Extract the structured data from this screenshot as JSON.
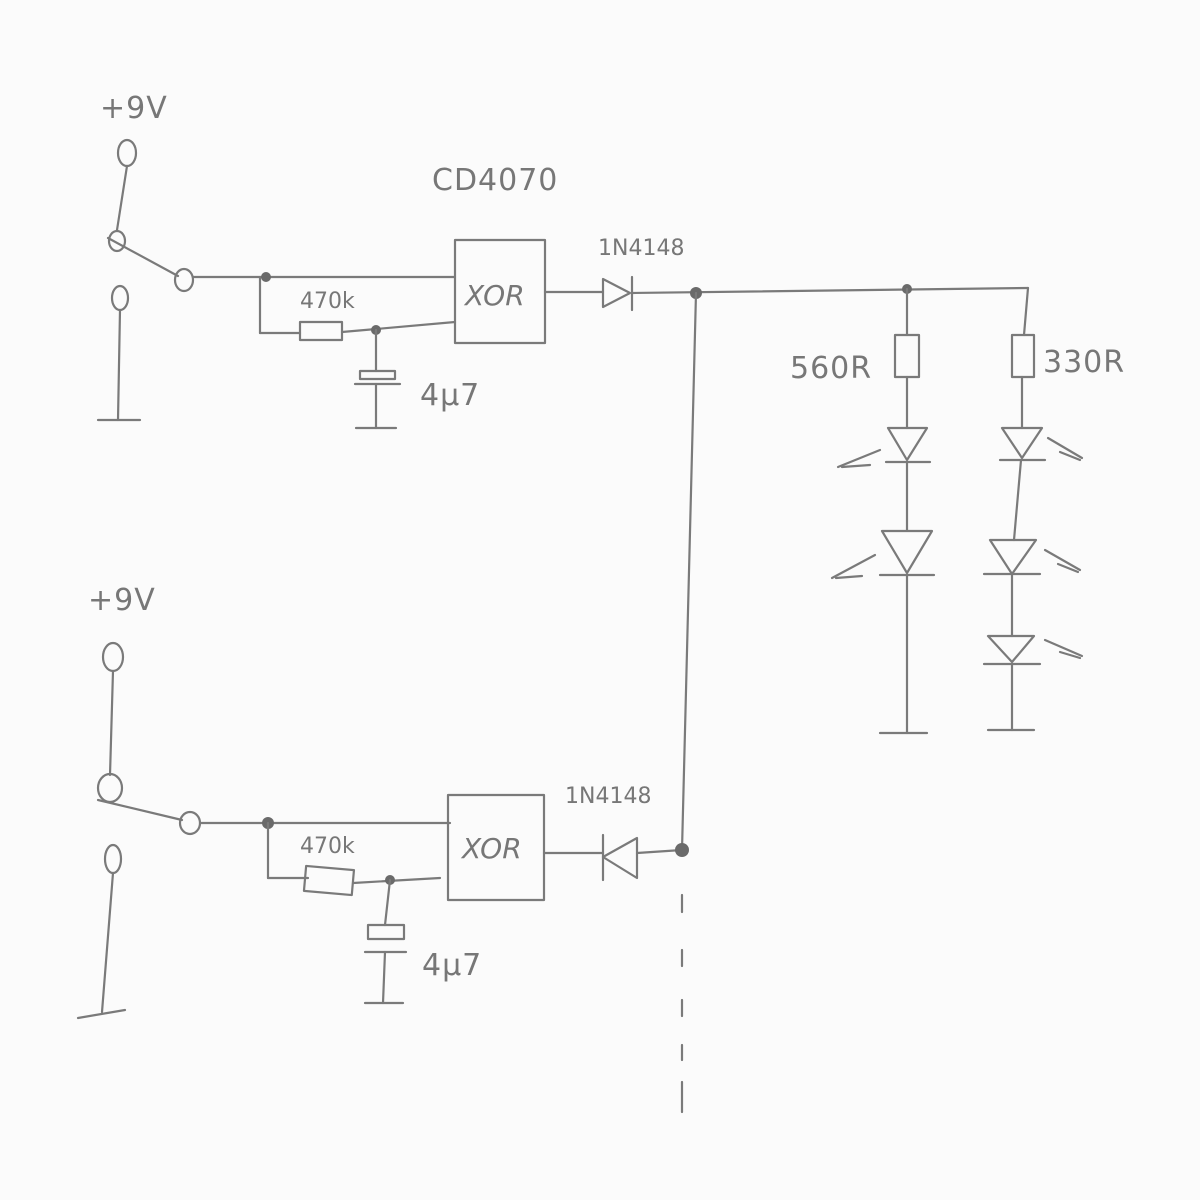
{
  "labels": {
    "supply_top": "+9V",
    "supply_bottom": "+9V",
    "ic_name": "CD4070",
    "diode_top": "1N4148",
    "diode_bottom": "1N4148",
    "res_top": "470k",
    "res_bottom": "470k",
    "cap_top": "4µ7",
    "cap_bottom": "4µ7",
    "gate_top": "XOR",
    "gate_bottom": "XOR",
    "res_led1": "560R",
    "res_led2": "330R"
  },
  "colors": {
    "pencil": "#7a7a7a",
    "paper": "#fbfbfb"
  }
}
